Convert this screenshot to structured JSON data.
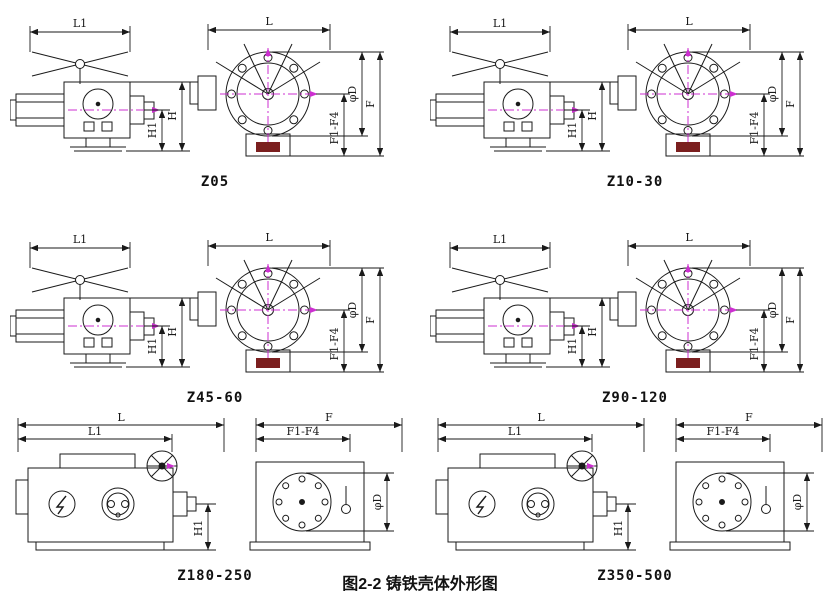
{
  "figure": {
    "caption": "图2-2 铸铁壳体外形图"
  },
  "dims": {
    "l1": "L1",
    "l": "L",
    "h": "H",
    "h1": "H1",
    "f": "F",
    "f1f4": "F1-F4",
    "phi_d": "φD"
  },
  "groups": [
    {
      "caption": "Z05"
    },
    {
      "caption": "Z10-30"
    },
    {
      "caption": "Z45-60"
    },
    {
      "caption": "Z90-120"
    },
    {
      "caption": "Z180-250"
    },
    {
      "caption": "Z350-500"
    }
  ],
  "colors": {
    "line": "#1a1a1a",
    "centerline": "#cc2fd0",
    "terminal_fill": "#7b1f1f"
  }
}
